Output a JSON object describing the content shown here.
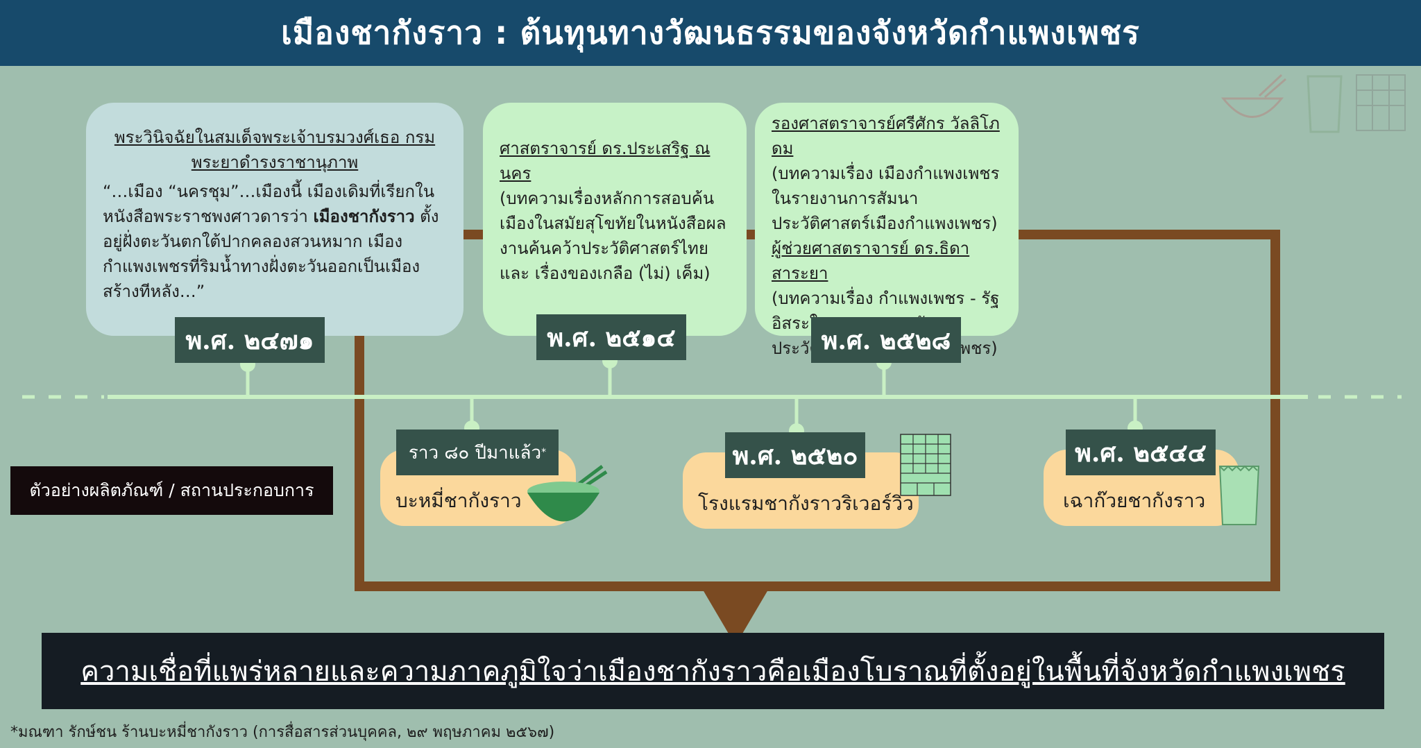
{
  "header": {
    "title": "เมืองชากังราว : ต้นทุนทางวัฒนธรรมของจังหวัดกำแพงเพชร"
  },
  "timeline_top": [
    {
      "year": "พ.ศ. ๒๔๗๑",
      "author": "พระวินิจฉัยในสมเด็จพระเจ้าบรมวงศ์เธอ กรมพระยาดำรงราชานุภาพ",
      "quote_pre": "“…เมือง “นครชุม”…เมืองนี้ เมืองเดิมที่เรียกในหนังสือพระราชพงศาวดารว่า ",
      "quote_bold": "เมืองชากังราว",
      "quote_post": " ตั้งอยู่ฝั่งตะวันตกใต้ปากคลองสวนหมาก เมืองกำแพงเพชรที่ริมน้ำทางฝั่งตะวันออกเป็นเมืองสร้างทีหลัง…”"
    },
    {
      "year": "พ.ศ. ๒๕๑๔",
      "author": "ศาสตราจารย์ ดร.ประเสริฐ ณ นคร",
      "text": "(บทความเรื่องหลักการสอบค้นเมืองในสมัยสุโขทัยในหนังสือผลงานค้นคว้าประวัติศาสตร์ไทยและ เรื่องของเกลือ (ไม่) เค็ม)"
    },
    {
      "year": "พ.ศ. ๒๕๒๘",
      "author1": "รองศาสตราจารย์ศรีศักร   วัลลิโภดม",
      "text1": "(บทความเรื่อง เมืองกำแพงเพชร ในรายงานการสัมนาประวัติศาสตร์เมืองกำแพงเพชร)",
      "author2": "ผู้ช่วยศาสตราจารย์ ดร.ธิดา สาระยา",
      "text2": "(บทความเรื่อง กำแพงเพชร - รัฐอิสระในรายงานการสัมนาประวัติศาสตร์เมืองกำแพงเพชร)"
    }
  ],
  "timeline_bottom": [
    {
      "year": "ราว ๘๐ ปีมาแล้ว",
      "year_mark": "*",
      "label": "บะหมี่ชากังราว",
      "icon": "noodle-bowl-icon"
    },
    {
      "year": "พ.ศ. ๒๕๒๐",
      "label": "โรงแรมชากังราวริเวอร์วิว",
      "icon": "hotel-building-icon"
    },
    {
      "year": "พ.ศ. ๒๕๔๔",
      "label": "เฉาก๊วยชากังราว",
      "icon": "snack-bag-icon"
    }
  ],
  "legend": {
    "label": "ตัวอย่างผลิตภัณฑ์ / สถานประกอบการ"
  },
  "conclusion": {
    "text": "ความเชื่อที่แพร่หลายและความภาคภูมิใจว่าเมืองชากังราวคือเมืองโบราณที่ตั้งอยู่ในพื้นที่จังหวัดกำแพงเพชร"
  },
  "footnote": {
    "text": "*มณฑา รักษ์ชน ร้านบะหมี่ชากังราว (การสื่อสารส่วนบุคคล, ๒๙ พฤษภาคม ๒๕๖๗)"
  },
  "colors": {
    "background": "#9fbeae",
    "header": "#174a6b",
    "timeline": "#c9f0c4",
    "connector": "#7a4a22",
    "card_blue": "#c2dcdc",
    "card_green": "#c7f2c7",
    "pill": "#fbd89c",
    "year_box": "#35524a"
  }
}
